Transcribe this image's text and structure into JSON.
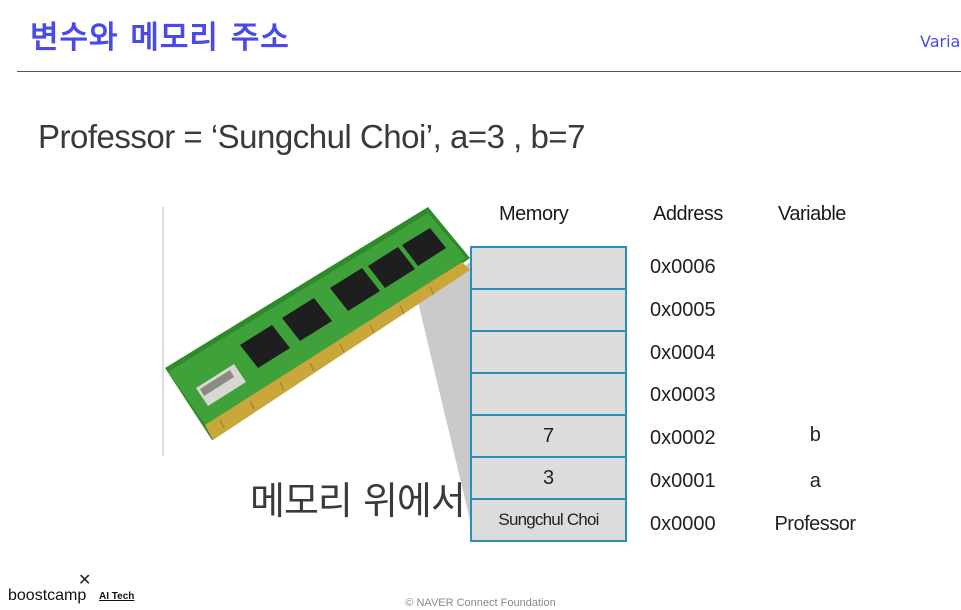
{
  "slide": {
    "title": "변수와 메모리 주소",
    "section_tag": "Variab",
    "statement": "Professor = ‘Sungchul Choi’, a=3 , b=7"
  },
  "table": {
    "headers": {
      "memory": "Memory",
      "address": "Address",
      "variable": "Variable"
    },
    "rows": [
      {
        "memory": "",
        "address": "0x0006",
        "variable": ""
      },
      {
        "memory": "",
        "address": "0x0005",
        "variable": ""
      },
      {
        "memory": "",
        "address": "0x0004",
        "variable": ""
      },
      {
        "memory": "",
        "address": "0x0003",
        "variable": ""
      },
      {
        "memory": "7",
        "address": "0x0002",
        "variable": "b"
      },
      {
        "memory": "3",
        "address": "0x0001",
        "variable": "a"
      },
      {
        "memory": "Sungchul Choi",
        "address": "0x0000",
        "variable": "Professor"
      }
    ]
  },
  "caption": "메모리 위에서",
  "branding": {
    "logo_mark": "✕",
    "logo_text": "boostcamp",
    "logo_sub": "AI Tech"
  },
  "footer": "©  NAVER Connect Foundation",
  "colors": {
    "title": "#4a4ae8",
    "table_border": "#2b8db8",
    "cell_fill": "#dcdcdc",
    "pcb_green": "#2f8a2a"
  },
  "icons": [
    "ram-module-image"
  ]
}
